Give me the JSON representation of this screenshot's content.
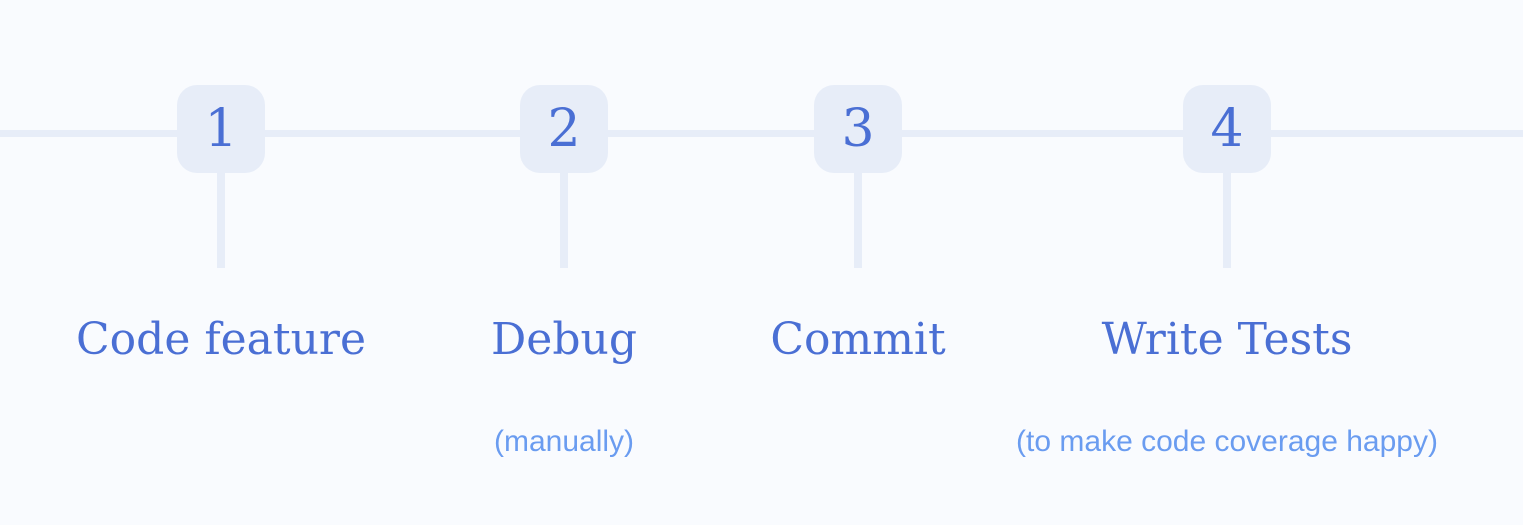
{
  "colors": {
    "background": "#f9fbfe",
    "track": "#e7edf8",
    "number": "#4a6fd4",
    "title": "#4a6fd4",
    "subtitle": "#6a9cf0"
  },
  "steps": [
    {
      "number": "1",
      "title": "Code feature",
      "subtitle": ""
    },
    {
      "number": "2",
      "title": "Debug",
      "subtitle": "(manually)"
    },
    {
      "number": "3",
      "title": "Commit",
      "subtitle": ""
    },
    {
      "number": "4",
      "title": "Write Tests",
      "subtitle": "(to make code coverage happy)"
    }
  ]
}
